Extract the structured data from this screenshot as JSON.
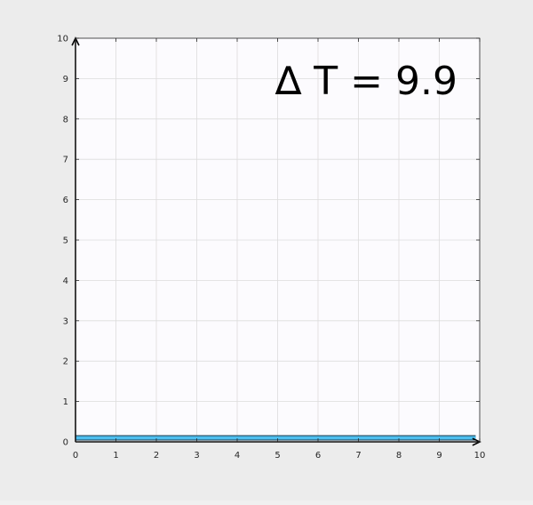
{
  "chart_data": {
    "type": "line",
    "title": "",
    "xlabel": "",
    "ylabel": "",
    "xlim": [
      0,
      10
    ],
    "ylim": [
      0,
      10
    ],
    "xticks": [
      "0",
      "1",
      "2",
      "3",
      "4",
      "5",
      "6",
      "7",
      "8",
      "9",
      "10"
    ],
    "yticks": [
      "0",
      "1",
      "2",
      "3",
      "4",
      "5",
      "6",
      "7",
      "8",
      "9",
      "10"
    ],
    "grid": true,
    "annotation": "∆ T = 9.9",
    "series": [
      {
        "x": [
          0,
          9.9
        ],
        "y": [
          0.1,
          0.1
        ],
        "color": "#4dbeee"
      }
    ],
    "arrows": [
      {
        "from": [
          0,
          0
        ],
        "to": [
          0,
          10
        ],
        "color": "#000000"
      },
      {
        "from": [
          0,
          0
        ],
        "to": [
          10,
          0
        ],
        "color": "#000000"
      }
    ],
    "colors": {
      "figure_bg": "#ececec",
      "axes_bg": "#fcfbfe",
      "grid": "#dcdcdc",
      "series": "#4dbeee"
    }
  }
}
